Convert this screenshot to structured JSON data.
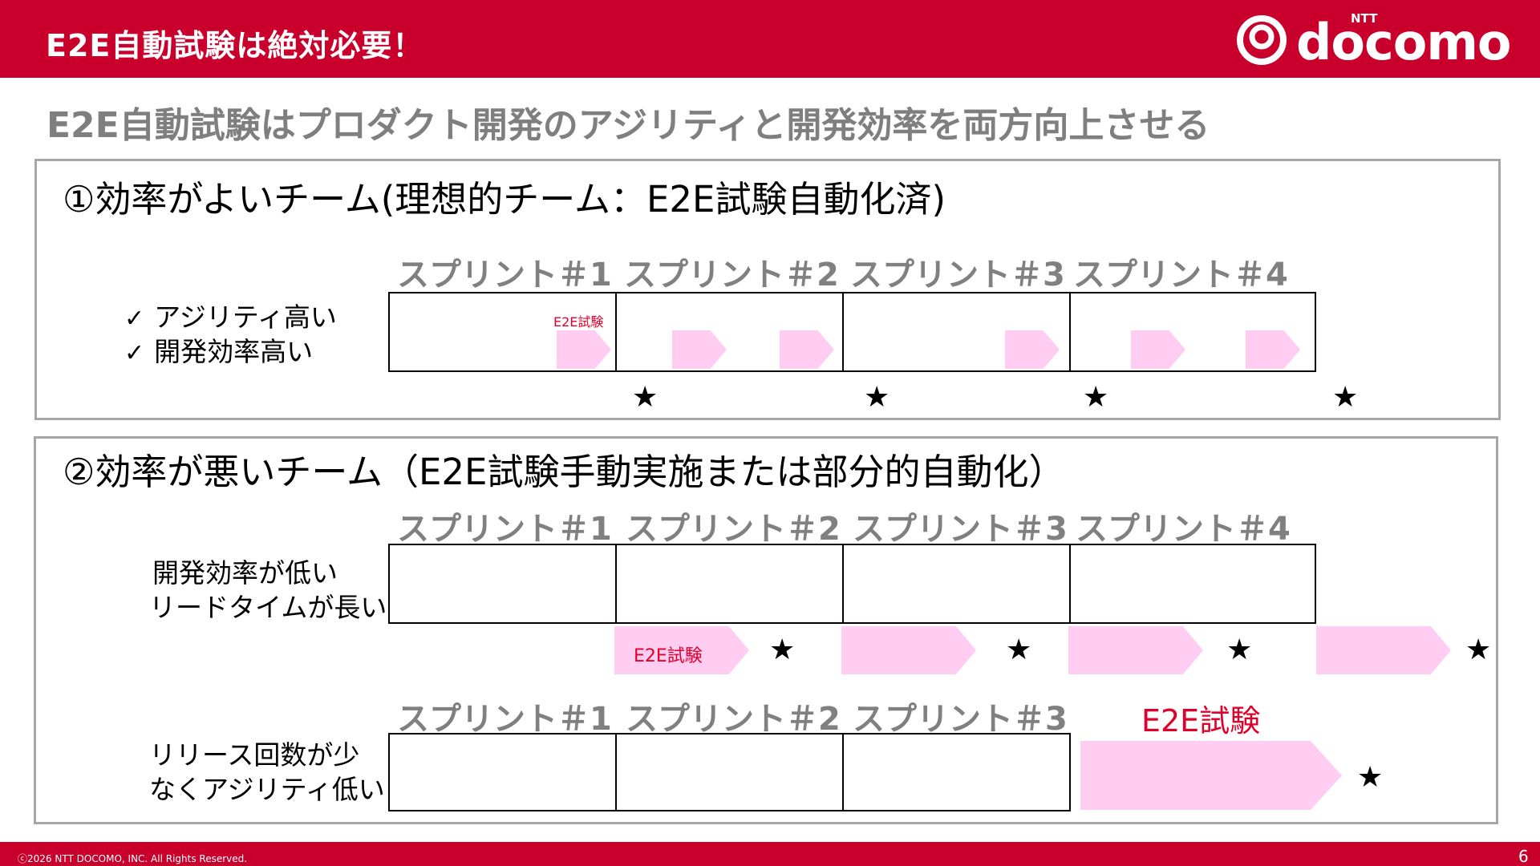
{
  "header": {
    "title": "E2E自動試験は絶対必要！",
    "logo_text": "docomo",
    "logo_superscript": "NTT"
  },
  "subtitle": "E2E自動試験はプロダクト開発のアジリティと開発効率を両方向上させる",
  "section1": {
    "heading": "①効率がよいチーム(理想的チーム：E2E試験自動化済)",
    "sprints": [
      "スプリント＃1",
      "スプリント＃2",
      "スプリント＃3",
      "スプリント＃4"
    ],
    "checks": [
      "アジリティ高い",
      "開発効率高い"
    ],
    "check_mark": "✓",
    "e2e_label": "E2E試験"
  },
  "section2": {
    "heading": "②効率が悪いチーム（E2E試験手動実施または部分的自動化）",
    "row1": {
      "sprints": [
        "スプリント＃1",
        "スプリント＃2",
        "スプリント＃3",
        "スプリント＃4"
      ],
      "label_lines": [
        "開発効率が低い",
        "リードタイムが長い"
      ],
      "e2e_label": "E2E試験"
    },
    "row2": {
      "sprints": [
        "スプリント＃1",
        "スプリント＃2",
        "スプリント＃3"
      ],
      "e2e_label": "E2E試験",
      "label_lines": [
        "リリース回数が少",
        "なくアジリティ低い"
      ]
    }
  },
  "star_symbol": "★",
  "footer": {
    "copyright": "ⓒ2026 NTT DOCOMO, INC. All Rights Reserved.",
    "page_number": "6"
  },
  "colors": {
    "brand_red": "#c8002b",
    "arrow_pink": "#ffccf2",
    "e2e_text_red": "#e0002a",
    "panel_border": "#a6a6a6",
    "sprint_gray": "#808080"
  }
}
